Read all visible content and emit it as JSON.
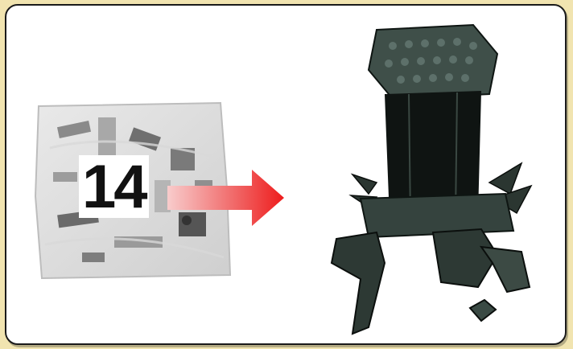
{
  "step": {
    "number": "14"
  },
  "colors": {
    "background": "#f1e4b0",
    "panel": "#ffffff",
    "panel_border": "#1a1a1a",
    "arrow_start": "#f6c0c0",
    "arrow_end": "#ee1c1c",
    "model_dark": "#1b2420",
    "model_green": "#4a5c55"
  },
  "icons": {
    "bag": "parts-bag-image",
    "arrow": "red-right-arrow",
    "model": "built-tower-model-image",
    "loose_part": "loose-tile-piece"
  }
}
